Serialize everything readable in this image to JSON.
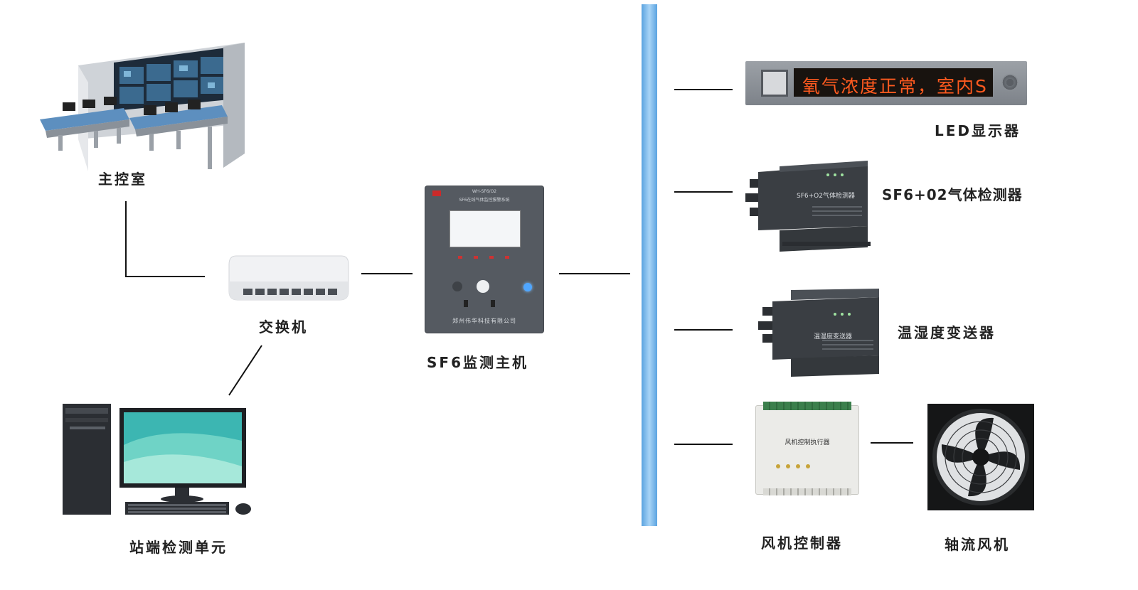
{
  "nodes": {
    "control_room": "主控室",
    "switch": "交换机",
    "station_unit": "站端检测单元",
    "host": "SF6监测主机",
    "led_display": "LED显示器",
    "gas_detector": "SF6+02气体检测器",
    "th_transmitter": "温湿度变送器",
    "fan_controller": "风机控制器",
    "axial_fan": "轴流风机"
  },
  "led_text": "氧气浓度正常，室内S",
  "host_panel": {
    "title_line1": "WH-SF6/O2",
    "title_line2": "SF6在线气体监控报警系统",
    "company": "郑州伟华科技有限公司"
  },
  "gas_detector_face": "SF6+O2气体检测器",
  "th_face": "温湿度变送器",
  "fan_ctrl_face": "风机控制执行器",
  "colors": {
    "bus": "#8fc3ee",
    "led_text": "#ff5a1f",
    "line": "#111111"
  }
}
